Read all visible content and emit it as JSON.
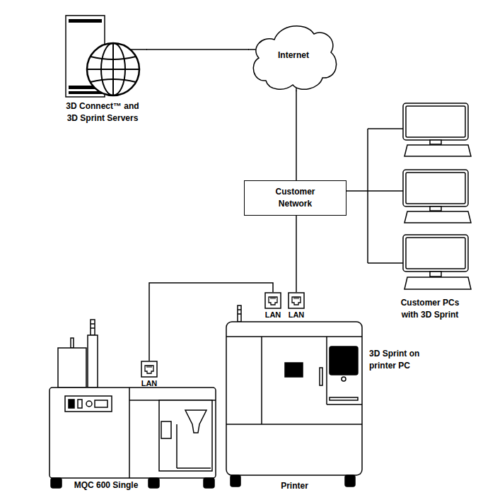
{
  "diagram": {
    "nodes": [
      {
        "text": [
          "3D Connect™ and 3D Sprint Servers"
        ]
      },
      {
        "text": [
          "Internet"
        ]
      },
      {
        "text": [
          "Customer Network"
        ]
      },
      {
        "text": [
          "Customer PCs with 3D Sprint"
        ]
      },
      {
        "text": [
          "MQC 600 Single"
        ]
      },
      {
        "text": [
          "LAN"
        ],
        "in": 4
      },
      {
        "text": [
          "Printer"
        ]
      },
      {
        "text": [
          "LAN"
        ],
        "in": 6
      },
      {
        "text": [
          "LAN"
        ],
        "in": 6
      }
    ],
    "edges": [
      {
        "from": 0,
        "to": 1,
        "arrow": "none"
      },
      {
        "from": 1,
        "to": 2,
        "arrow": "none"
      },
      {
        "from": 2,
        "to": 3,
        "arrow": "none"
      },
      {
        "from": 2,
        "to": 8,
        "arrow": "none"
      },
      {
        "from": 5,
        "to": 7,
        "arrow": "none"
      }
    ],
    "labels": [
      "3D Sprint on printer PC"
    ]
  }
}
